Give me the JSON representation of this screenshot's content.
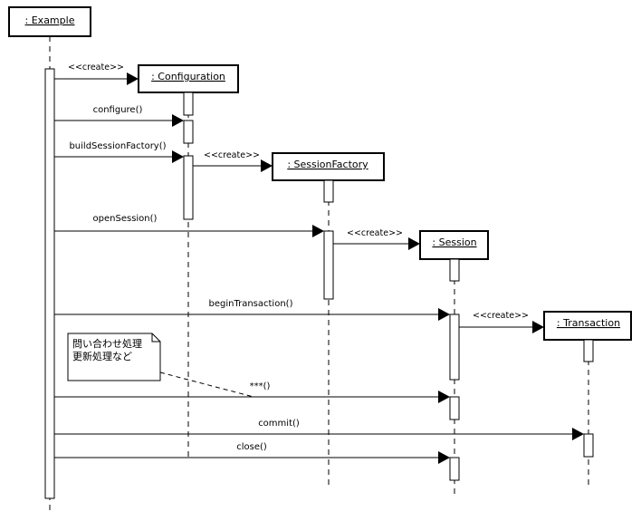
{
  "objects": {
    "example": ": Example",
    "configuration": ": Configuration",
    "session_factory": ": SessionFactory",
    "session": ": Session",
    "transaction": ": Transaction"
  },
  "messages": {
    "create_configuration": "<<create>>",
    "configure": "configure()",
    "build_session_factory": "buildSessionFactory()",
    "create_session_factory": "<<create>>",
    "open_session": "openSession()",
    "create_session": "<<create>>",
    "begin_transaction": "beginTransaction()",
    "create_transaction": "<<create>>",
    "query_update": "***()",
    "commit": "commit()",
    "close": "close()"
  },
  "note": {
    "line1": "問い合わせ処理",
    "line2": "更新処理など"
  }
}
